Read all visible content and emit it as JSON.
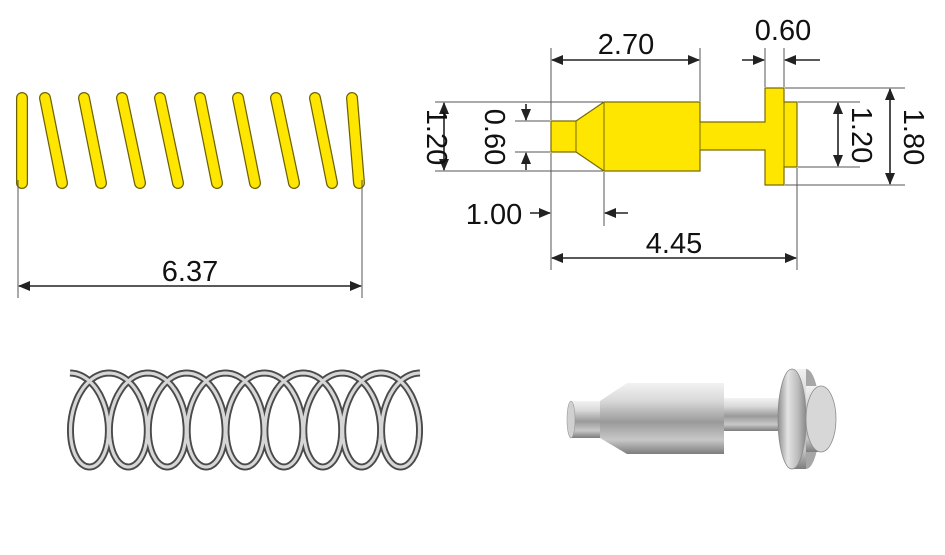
{
  "dimensions": {
    "spring_length": "6.37",
    "pin_shank_length": "2.70",
    "pin_flange_thickness": "0.60",
    "pin_tip_outer_diameter": "1.20",
    "pin_tip_inner_diameter": "0.60",
    "pin_tip_length": "1.00",
    "pin_total_length": "4.45",
    "pin_flange_inner_diameter": "1.20",
    "pin_flange_outer_diameter": "1.80"
  },
  "colors": {
    "drawing_fill": "#ffe600",
    "drawing_outline": "#8a7a00",
    "dimension_line": "#222222",
    "metal": "#b8b8b8"
  }
}
